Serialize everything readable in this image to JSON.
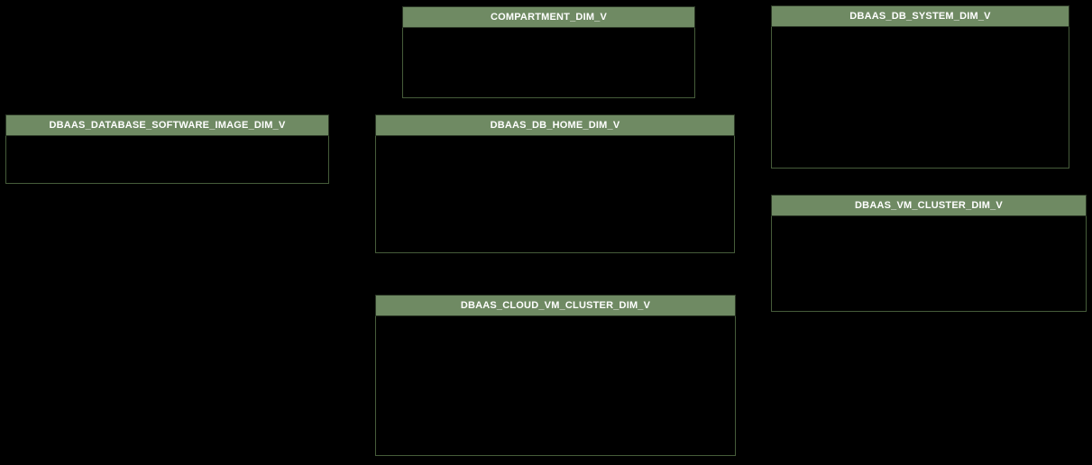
{
  "diagram": {
    "type": "database-schema-diagram",
    "background_color": "#000000",
    "entity_header_color": "#6f8a63",
    "entity_border_color": "#465c3a",
    "entity_header_border_color": "#2c3826",
    "entity_title_color": "#ffffff"
  },
  "entities": [
    {
      "title": "COMPARTMENT_DIM_V"
    },
    {
      "title": "DBAAS_DB_SYSTEM_DIM_V"
    },
    {
      "title": "DBAAS_DATABASE_SOFTWARE_IMAGE_DIM_V"
    },
    {
      "title": "DBAAS_DB_HOME_DIM_V"
    },
    {
      "title": "DBAAS_VM_CLUSTER_DIM_V"
    },
    {
      "title": "DBAAS_CLOUD_VM_CLUSTER_DIM_V"
    }
  ]
}
